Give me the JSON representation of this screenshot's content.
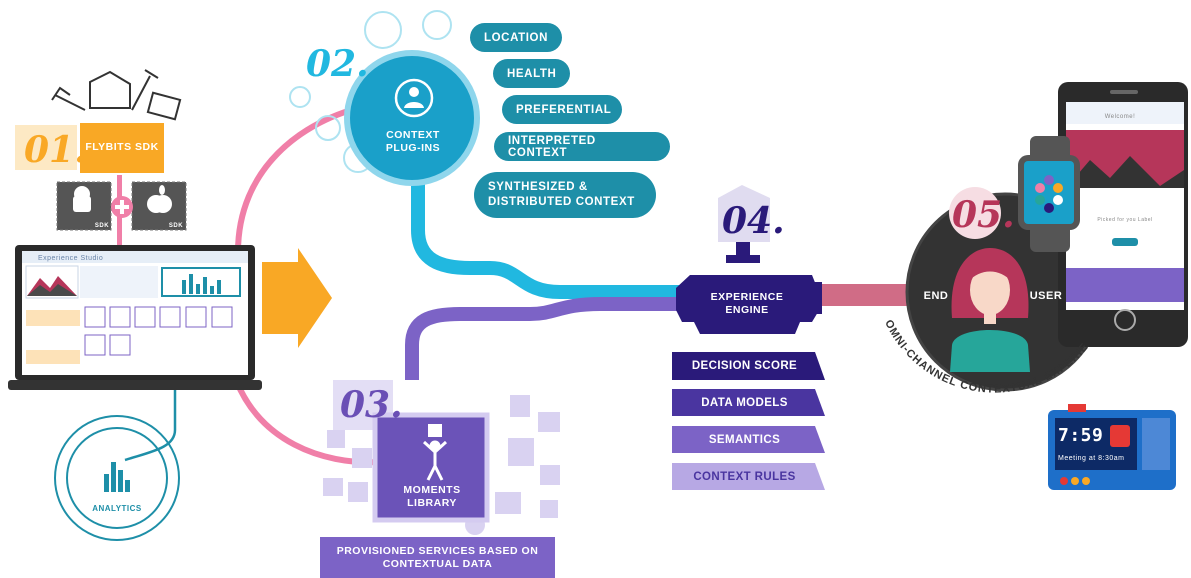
{
  "steps": {
    "s01": {
      "number": "01.",
      "label": "FLYBITS SDK"
    },
    "s02": {
      "number": "02.",
      "label": "CONTEXT PLUG-INS"
    },
    "s03": {
      "number": "03.",
      "label": "MOMENTS LIBRARY"
    },
    "s04": {
      "number": "04.",
      "label": "EXPERIENCE ENGINE"
    },
    "s05": {
      "number": "05.",
      "label_left": "END",
      "label_right": "USER"
    }
  },
  "sdk": {
    "android_label": "SDK",
    "apple_label": "SDK"
  },
  "laptop": {
    "app_title": "Experience Studio"
  },
  "analytics": {
    "label": "ANALYTICS"
  },
  "context_plugins": [
    "LOCATION",
    "HEALTH",
    "PREFERENTIAL",
    "INTERPRETED CONTEXT",
    "SYNTHESIZED & DISTRIBUTED CONTEXT"
  ],
  "engine_outputs": [
    "DECISION SCORE",
    "DATA MODELS",
    "SEMANTICS",
    "CONTEXT RULES"
  ],
  "moments_footer": "PROVISIONED SERVICES BASED ON CONTEXTUAL DATA",
  "omni_channel": "OMNI-CHANNEL CONTEXTUAL EXPERIENCE",
  "phone": {
    "welcome": "Welcome!",
    "picked": "Picked for you Label"
  },
  "alarm": {
    "time": "7:59",
    "note": "Meeting at 8:30am"
  },
  "colors": {
    "teal": "#1e8fa8",
    "cyan": "#21b8e0",
    "pink": "#f07fa8",
    "purple": "#6a4fb5",
    "navy": "#2a1a7a",
    "orange": "#f9a825"
  }
}
